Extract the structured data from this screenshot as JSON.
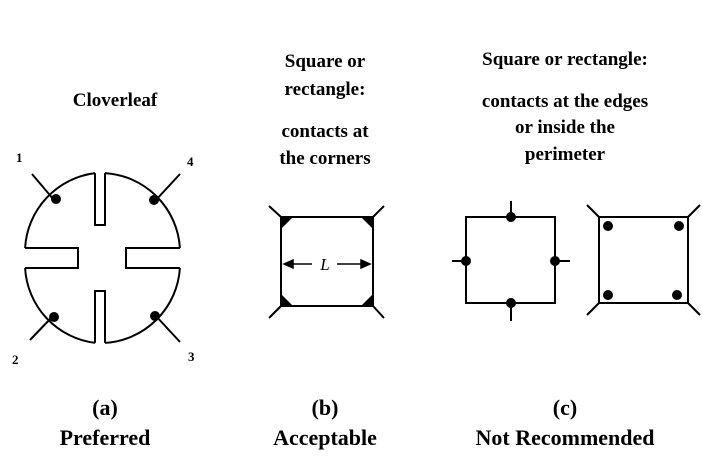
{
  "panel_a": {
    "title": "Cloverleaf",
    "contact_labels": [
      "1",
      "2",
      "3",
      "4"
    ],
    "caption_letter": "(a)",
    "caption": "Preferred"
  },
  "panel_b": {
    "title_line1": "Square or",
    "title_line2": "rectangle:",
    "subtitle_line1": "contacts at",
    "subtitle_line2": "the corners",
    "dimension_label": "L",
    "caption_letter": "(b)",
    "caption": "Acceptable"
  },
  "panel_c": {
    "title": "Square or rectangle:",
    "subtitle_line1": "contacts at the edges",
    "subtitle_line2": "or inside the",
    "subtitle_line3": "perimeter",
    "caption_letter": "(c)",
    "caption": "Not Recommended"
  }
}
